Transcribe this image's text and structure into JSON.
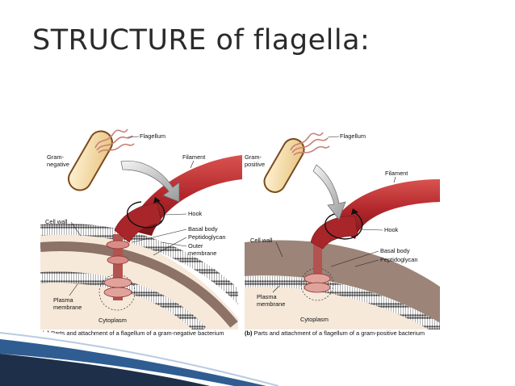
{
  "slide": {
    "title": "STRUCTURE of flagella:"
  },
  "panels": [
    {
      "id": "a",
      "labels": {
        "flagellum": "Flagellum",
        "gram": "Gram-",
        "gram_type": "negative",
        "filament": "Filament",
        "hook": "Hook",
        "basal_body": "Basal body",
        "peptidoglycan": "Peptidoglycan",
        "outer_membrane_1": "Outer",
        "outer_membrane_2": "membrane",
        "cell_wall": "Cell wall",
        "plasma_membrane_1": "Plasma",
        "plasma_membrane_2": "membrane",
        "cytoplasm": "Cytoplasm"
      },
      "caption_letter": "(a)",
      "caption_text": "Parts and attachment of a flagellum of a gram-negative bacterium"
    },
    {
      "id": "b",
      "labels": {
        "flagellum": "Flagellum",
        "gram": "Gram-",
        "gram_type": "positive",
        "filament": "Filament",
        "hook": "Hook",
        "cell_wall": "Cell wall",
        "basal_body": "Basal body",
        "peptidoglycan": "Peptidoglycan",
        "plasma_membrane_1": "Plasma",
        "plasma_membrane_2": "membrane",
        "cytoplasm": "Cytoplasm"
      },
      "caption_letter": "(b)",
      "caption_text": "Parts and attachment of a flagellum of a gram-positive bacterium"
    }
  ],
  "colors": {
    "filament": "#b3272c",
    "peptidoglycan": "#8c7267",
    "membrane": "#5a5a5a",
    "cell_body": "#f3dca6",
    "accent_blue": "#2f5d92"
  }
}
